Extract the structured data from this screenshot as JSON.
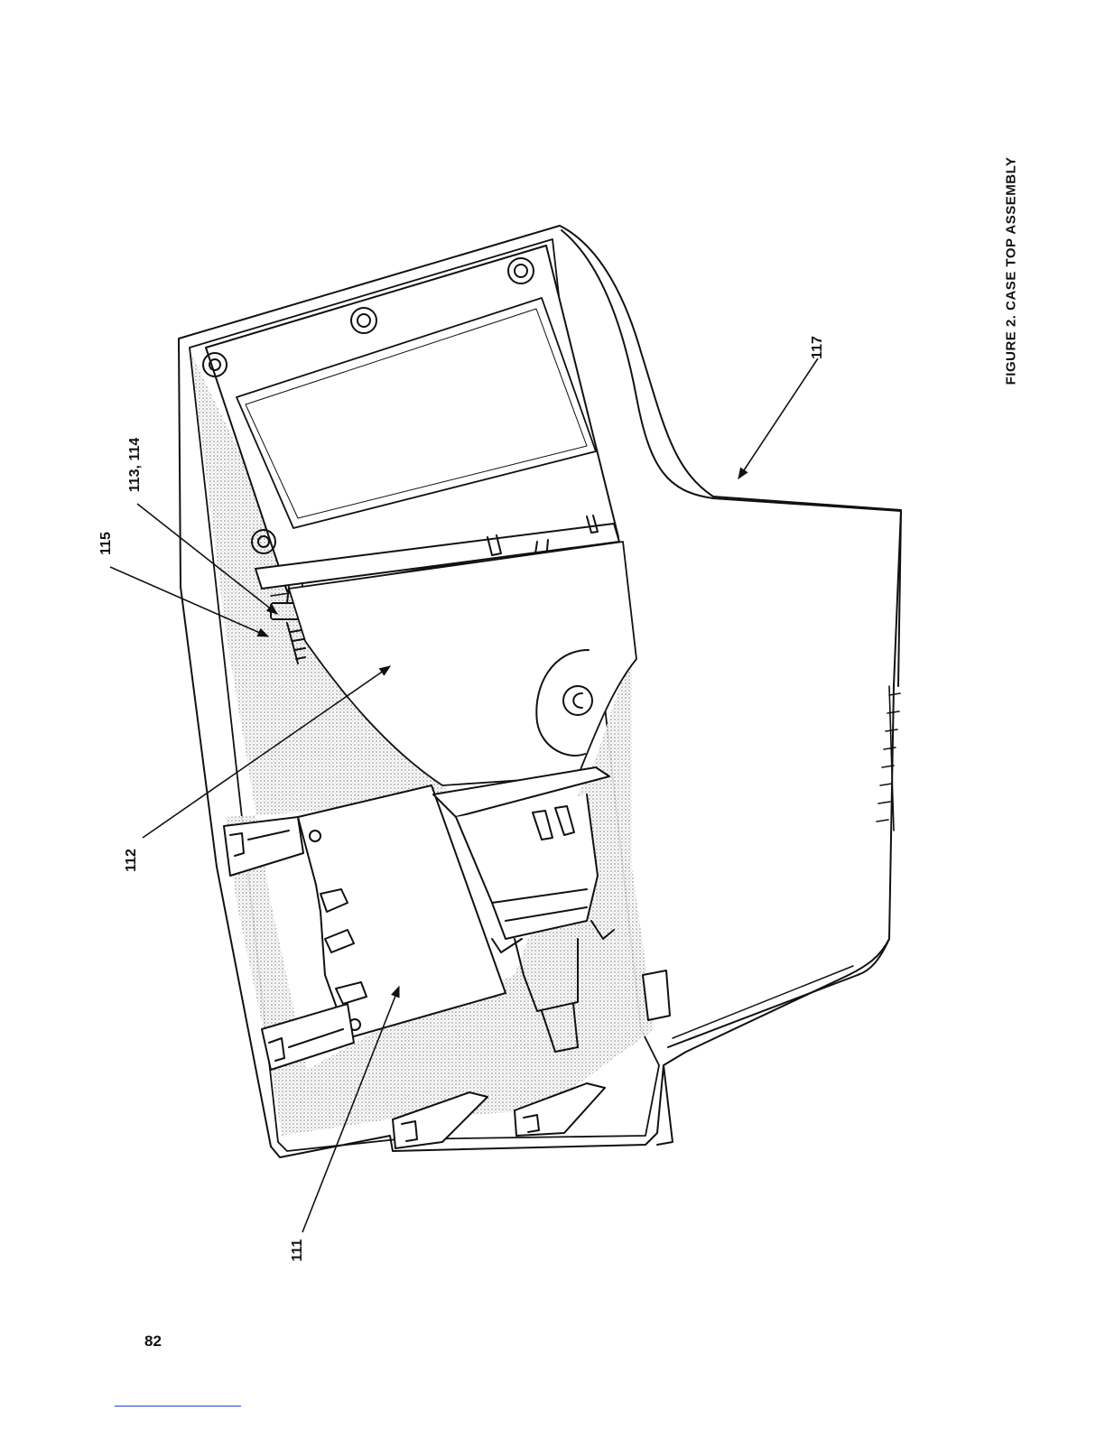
{
  "figure": {
    "caption": "FIGURE 2.  CASE TOP ASSEMBLY",
    "page_number": "82",
    "callouts": {
      "c111": "111",
      "c112": "112",
      "c113_114": "113, 114",
      "c115": "115",
      "c117": "117"
    }
  },
  "colors": {
    "line": "#111111",
    "shading": "#c8c8c8",
    "footer_rule": "#1a3fd6"
  }
}
